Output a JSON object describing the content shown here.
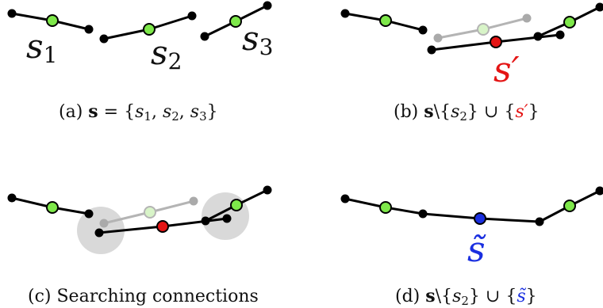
{
  "panels": {
    "a": {
      "caption": {
        "prefix": "(a) ",
        "bold": "s",
        "rest": " = {",
        "s1": "s",
        "sub1": "1",
        "c1": ", ",
        "s2": "s",
        "sub2": "2",
        "c2": ", ",
        "s3": "s",
        "sub3": "3",
        "close": "}"
      },
      "labels": {
        "s1": "s",
        "s1_sub": "1",
        "s2": "s",
        "s2_sub": "2",
        "s3": "s",
        "s3_sub": "3"
      }
    },
    "b": {
      "caption": {
        "prefix": "(b) ",
        "bold": "s",
        "rest": "\\{",
        "s": "s",
        "sub": "2",
        "mid": "} ∪ {",
        "new": "s′",
        "close": "}"
      },
      "label": "s′"
    },
    "c": {
      "caption": "(c) Searching connections"
    },
    "d": {
      "caption": {
        "prefix": "(d) ",
        "bold": "s",
        "rest": "\\{",
        "s": "s",
        "sub": "2",
        "mid": "} ∪ {",
        "new": "s̃",
        "close": "}"
      },
      "label": "s̃"
    }
  },
  "colors": {
    "node_black": "#000000",
    "node_green": "#7ee84a",
    "node_red": "#e41414",
    "node_blue": "#1a2fe0",
    "ghost_line": "#b4b4b4",
    "ghost_node_green": "#d8f4c8",
    "ghost_node_gray": "#aaaaaa",
    "search_circle": "#d9d9d9",
    "label_red": "#e41414",
    "label_blue": "#1a2fe0",
    "text": "#111111"
  }
}
